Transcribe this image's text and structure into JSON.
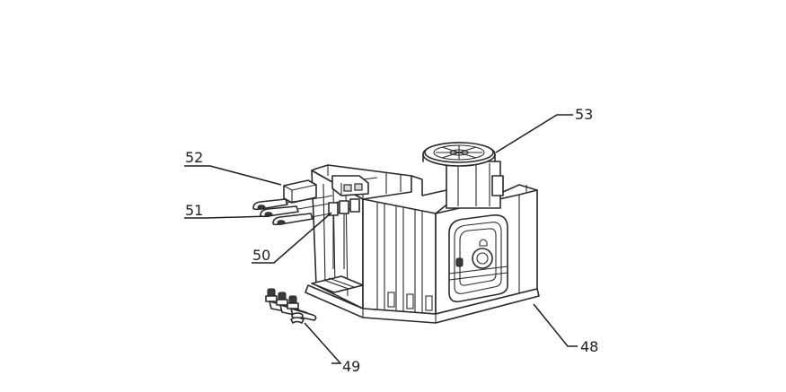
{
  "callouts": [
    {
      "id": "52",
      "text": "52"
    },
    {
      "id": "51",
      "text": "51"
    },
    {
      "id": "50",
      "text": "50"
    },
    {
      "id": "53",
      "text": "53"
    },
    {
      "id": "48",
      "text": "48"
    },
    {
      "id": "49",
      "text": "49"
    }
  ],
  "colors": {
    "line": "#2a2a2a",
    "background": "#ffffff",
    "shade": "#d9d9d9"
  }
}
